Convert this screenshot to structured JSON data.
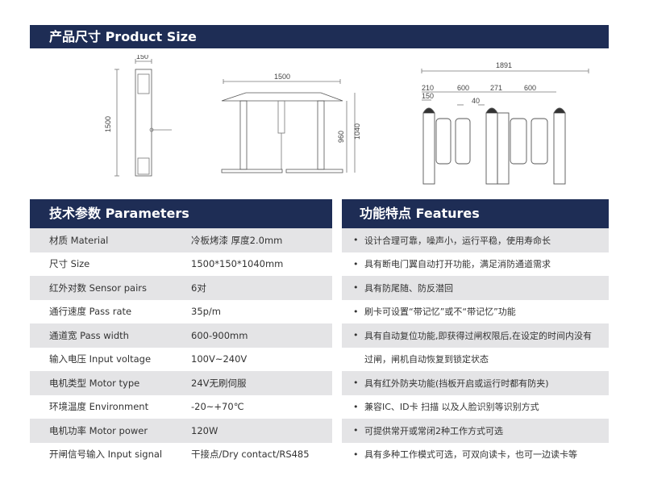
{
  "section_top": {
    "title": "产品尺寸 Product Size"
  },
  "drawings": {
    "side": {
      "dims": {
        "width": "150",
        "height": "1500"
      }
    },
    "front": {
      "dims": {
        "width": "1500",
        "h1": "960",
        "h2": "1040"
      }
    },
    "top": {
      "dims": {
        "total": "1891",
        "d210": "210",
        "d600a": "600",
        "d271": "271",
        "d600b": "600",
        "d40": "40",
        "d150": "150"
      }
    }
  },
  "parameters": {
    "title": "技术参数 Parameters",
    "rows": [
      {
        "label": "材质 Material",
        "value": "冷板烤漆 厚度2.0mm"
      },
      {
        "label": "尺寸 Size",
        "value": "1500*150*1040mm"
      },
      {
        "label": "红外对数 Sensor pairs",
        "value": "6对"
      },
      {
        "label": "通行速度 Pass rate",
        "value": "35p/m"
      },
      {
        "label": "通道宽 Pass width",
        "value": "600-900mm"
      },
      {
        "label": "输入电压 Input voltage",
        "value": "100V~240V"
      },
      {
        "label": "电机类型 Motor type",
        "value": "24V无刷伺服"
      },
      {
        "label": "环境温度 Environment",
        "value": "-20~+70℃"
      },
      {
        "label": "电机功率 Motor power",
        "value": "120W"
      },
      {
        "label": "开闸信号输入 Input signal",
        "value": "干接点/Dry contact/RS485"
      }
    ]
  },
  "features": {
    "title": "功能特点 Features",
    "bullet": "•",
    "rows": [
      {
        "text": "设计合理可靠，噪声小，运行平稳，使用寿命长",
        "bullet": true
      },
      {
        "text": "具有断电门翼自动打开功能，满足消防通道需求",
        "bullet": true
      },
      {
        "text": "具有防尾随、防反潜回",
        "bullet": true
      },
      {
        "text": "刷卡可设置“带记忆”或不“带记忆”功能",
        "bullet": true
      },
      {
        "text": "具有自动复位功能,即获得过闸权限后,在设定的时间内没有",
        "bullet": true
      },
      {
        "text": "过闸，闸机自动恢复到锁定状态",
        "bullet": false
      },
      {
        "text": "具有红外防夹功能(挡板开启或运行时都有防夹)",
        "bullet": true
      },
      {
        "text": "兼容IC、ID卡 扫描 以及人脸识别等识别方式",
        "bullet": true
      },
      {
        "text": "可提供常开或常闭2种工作方式可选",
        "bullet": true
      },
      {
        "text": "具有多种工作模式可选，可双向读卡，也可一边读卡等",
        "bullet": true
      }
    ]
  }
}
